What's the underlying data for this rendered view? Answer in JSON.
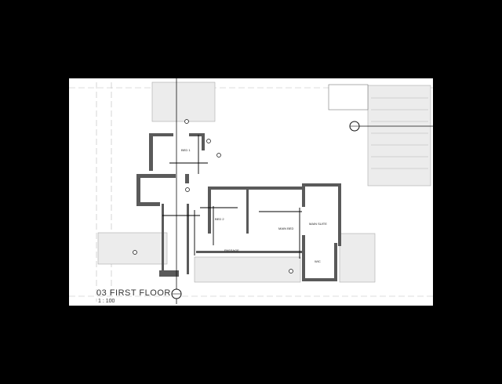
{
  "drawing": {
    "title": "03 FIRST FLOOR",
    "scale": "1 : 100",
    "rooms": [
      "BED 1",
      "BED 2",
      "MAIN BED",
      "MAIN SUITE",
      "WIC",
      "PASSAGE"
    ],
    "colors": {
      "background": "#000000",
      "paper": "#ffffff",
      "wall": "#5a5a5a",
      "hatch": "#e6e6e6",
      "annotation": "#2a2ad0"
    }
  }
}
